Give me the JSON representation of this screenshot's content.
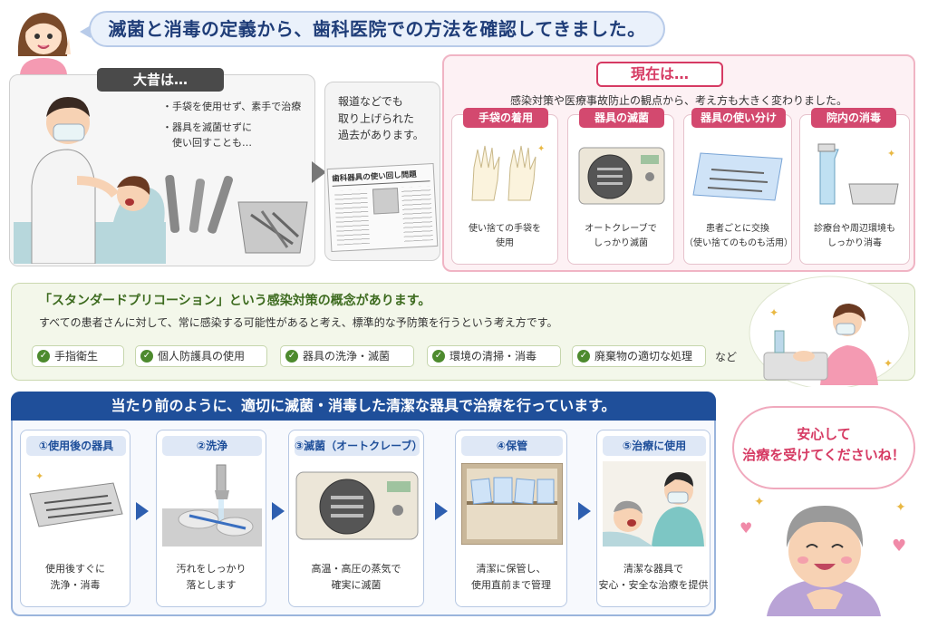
{
  "header": {
    "message": "滅菌と消毒の定義から、歯科医院での方法を確認してきました。"
  },
  "old_times": {
    "title": "大昔は…",
    "bullets": [
      "・手袋を使用せず、素手で治療",
      "・器具を滅菌せずに",
      "　使い回すことも…"
    ],
    "news_note": [
      "報道などでも",
      "取り上げられた",
      "過去があります。"
    ],
    "newspaper_headline": "歯科器具の使い回し問題"
  },
  "now": {
    "title": "現在は…",
    "subtitle": "感染対策や医療事故防止の観点から、考え方も大きく変わりました。",
    "cards": [
      {
        "tag": "手袋の着用",
        "desc": [
          "使い捨ての手袋を",
          "使用"
        ]
      },
      {
        "tag": "器具の滅菌",
        "desc": [
          "オートクレーブで",
          "しっかり滅菌"
        ]
      },
      {
        "tag": "器具の使い分け",
        "desc": [
          "患者ごとに交換",
          "（使い捨てのものも活用）"
        ]
      },
      {
        "tag": "院内の消毒",
        "desc": [
          "診療台や周辺環境も",
          "しっかり消毒"
        ]
      }
    ]
  },
  "standard": {
    "line1": "「スタンダードプリコーション」という感染対策の概念があります。",
    "line2": "すべての患者さんに対して、常に感染する可能性があると考え、標準的な予防策を行うという考え方です。",
    "items": [
      "手指衛生",
      "個人防護具の使用",
      "器具の洗浄・滅菌",
      "環境の清掃・消毒",
      "廃棄物の適切な処理"
    ],
    "suffix": "など"
  },
  "process": {
    "header": "当たり前のように、適切に滅菌・消毒した清潔な器具で治療を行っています。",
    "steps": [
      {
        "tag": "①使用後の器具",
        "desc": [
          "使用後すぐに",
          "洗浄・消毒"
        ]
      },
      {
        "tag": "②洗浄",
        "desc": [
          "汚れをしっかり",
          "落とします"
        ]
      },
      {
        "tag": "③滅菌（オートクレーブ）",
        "desc": [
          "高温・高圧の蒸気で",
          "確実に滅菌"
        ]
      },
      {
        "tag": "④保管",
        "desc": [
          "清潔に保管し、",
          "使用直前まで管理"
        ]
      },
      {
        "tag": "⑤治療に使用",
        "desc": [
          "清潔な器具で",
          "安心・安全な治療を提供"
        ]
      }
    ]
  },
  "patient": {
    "message": [
      "安心して",
      "治療を受けてくださいね！"
    ]
  },
  "colors": {
    "navy": "#1f4f9a",
    "pink": "#d63a63",
    "green": "#4d8a2e",
    "gray_tag": "#4a4a4a"
  },
  "icons": [
    "check-icon",
    "arrow-right-icon",
    "sparkle-icon",
    "heart-icon"
  ]
}
